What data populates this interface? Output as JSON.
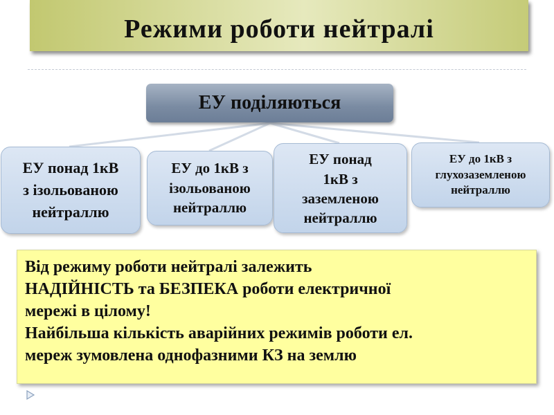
{
  "title": "Режими роботи нейтралі",
  "root": "ЕУ поділяються",
  "children": [
    {
      "lines": [
        "ЕУ понад 1кВ",
        "з ізольованою",
        "нейтраллю"
      ]
    },
    {
      "lines": [
        "ЕУ до 1кВ з",
        "ізольованою",
        "нейтраллю"
      ]
    },
    {
      "lines": [
        "ЕУ понад",
        "1кВ з",
        "заземленою",
        "нейтраллю"
      ]
    },
    {
      "lines": [
        "ЕУ до 1кВ з",
        "глухозаземленою",
        "нейтраллю"
      ]
    }
  ],
  "note": {
    "lines": [
      "Від режиму роботи нейтралі залежить",
      "НАДІЙНІСТЬ та БЕЗПЕКА роботи електричної",
      "мережі в цілому!",
      "Найбільша кількість  аварійних режимів роботи ел.",
      "мереж зумовлена однофазними КЗ на землю"
    ]
  },
  "colors": {
    "title_bar": "#d4d99a",
    "root_box": "#7a8ba2",
    "child_box": "#c9d9ed",
    "note_box": "#ffff9f"
  },
  "icons": {
    "bullet": "triangle-bullet-icon"
  }
}
